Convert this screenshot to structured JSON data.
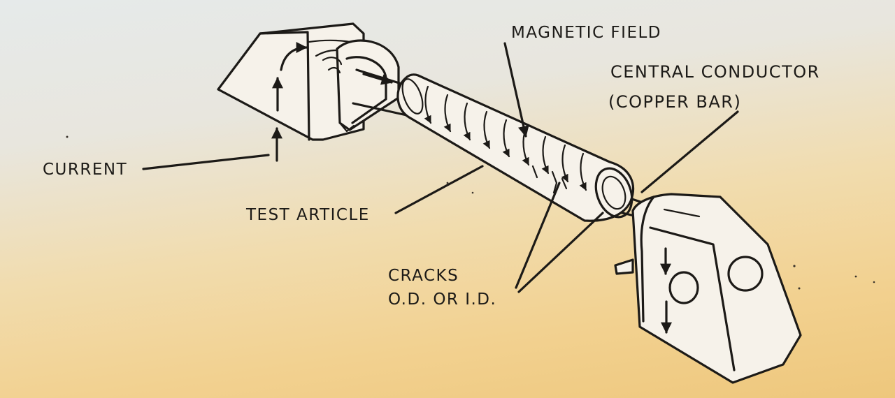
{
  "labels": {
    "magnetic_field": "MAGNETIC FIELD",
    "central_conductor": "CENTRAL CONDUCTOR",
    "copper_bar": "(COPPER BAR)",
    "current": "CURRENT",
    "test_article": "TEST ARTICLE",
    "cracks": "CRACKS",
    "cracks_location": "O.D. OR I.D."
  },
  "colors": {
    "ink": "#1c1a17",
    "paper_top": "#e6eaea",
    "paper_bottom": "#eec77c"
  }
}
